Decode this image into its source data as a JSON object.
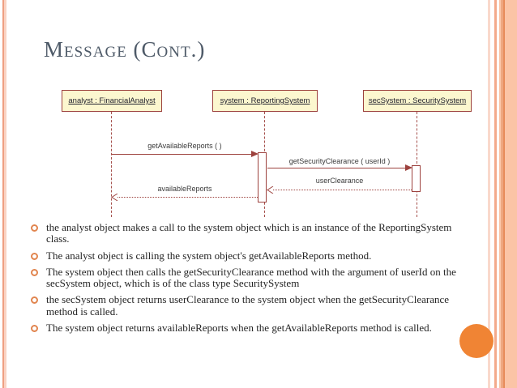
{
  "slide": {
    "title": "Message (Cont.)"
  },
  "diagram": {
    "actors": [
      "analyst : FinancialAnalyst",
      "system : ReportingSystem",
      "secSystem : SecuritySystem"
    ],
    "messages": [
      "getAvailableReports ( )",
      "getSecurityClearance ( userId )",
      "userClearance",
      "availableReports"
    ]
  },
  "bullets": [
    "the analyst object makes a call to the system object which is an instance of the ReportingSystem class.",
    "The analyst object is calling the system object's getAvailableReports method.",
    "The system object then calls the getSecurityClearance method with the argument of userId on the secSystem object, which is of the class type SecuritySystem",
    "the secSystem object returns userClearance to the system object when the getSecurityClearance method is called.",
    "The system object returns availableReports when the getAvailableReports method is called."
  ],
  "colors": {
    "accent_maroon": "#9d423e",
    "box_fill": "#fcf7cf",
    "orange_circle": "#f08434",
    "salmon_band": "#fbc4a6",
    "title_text": "#4e5a68"
  }
}
